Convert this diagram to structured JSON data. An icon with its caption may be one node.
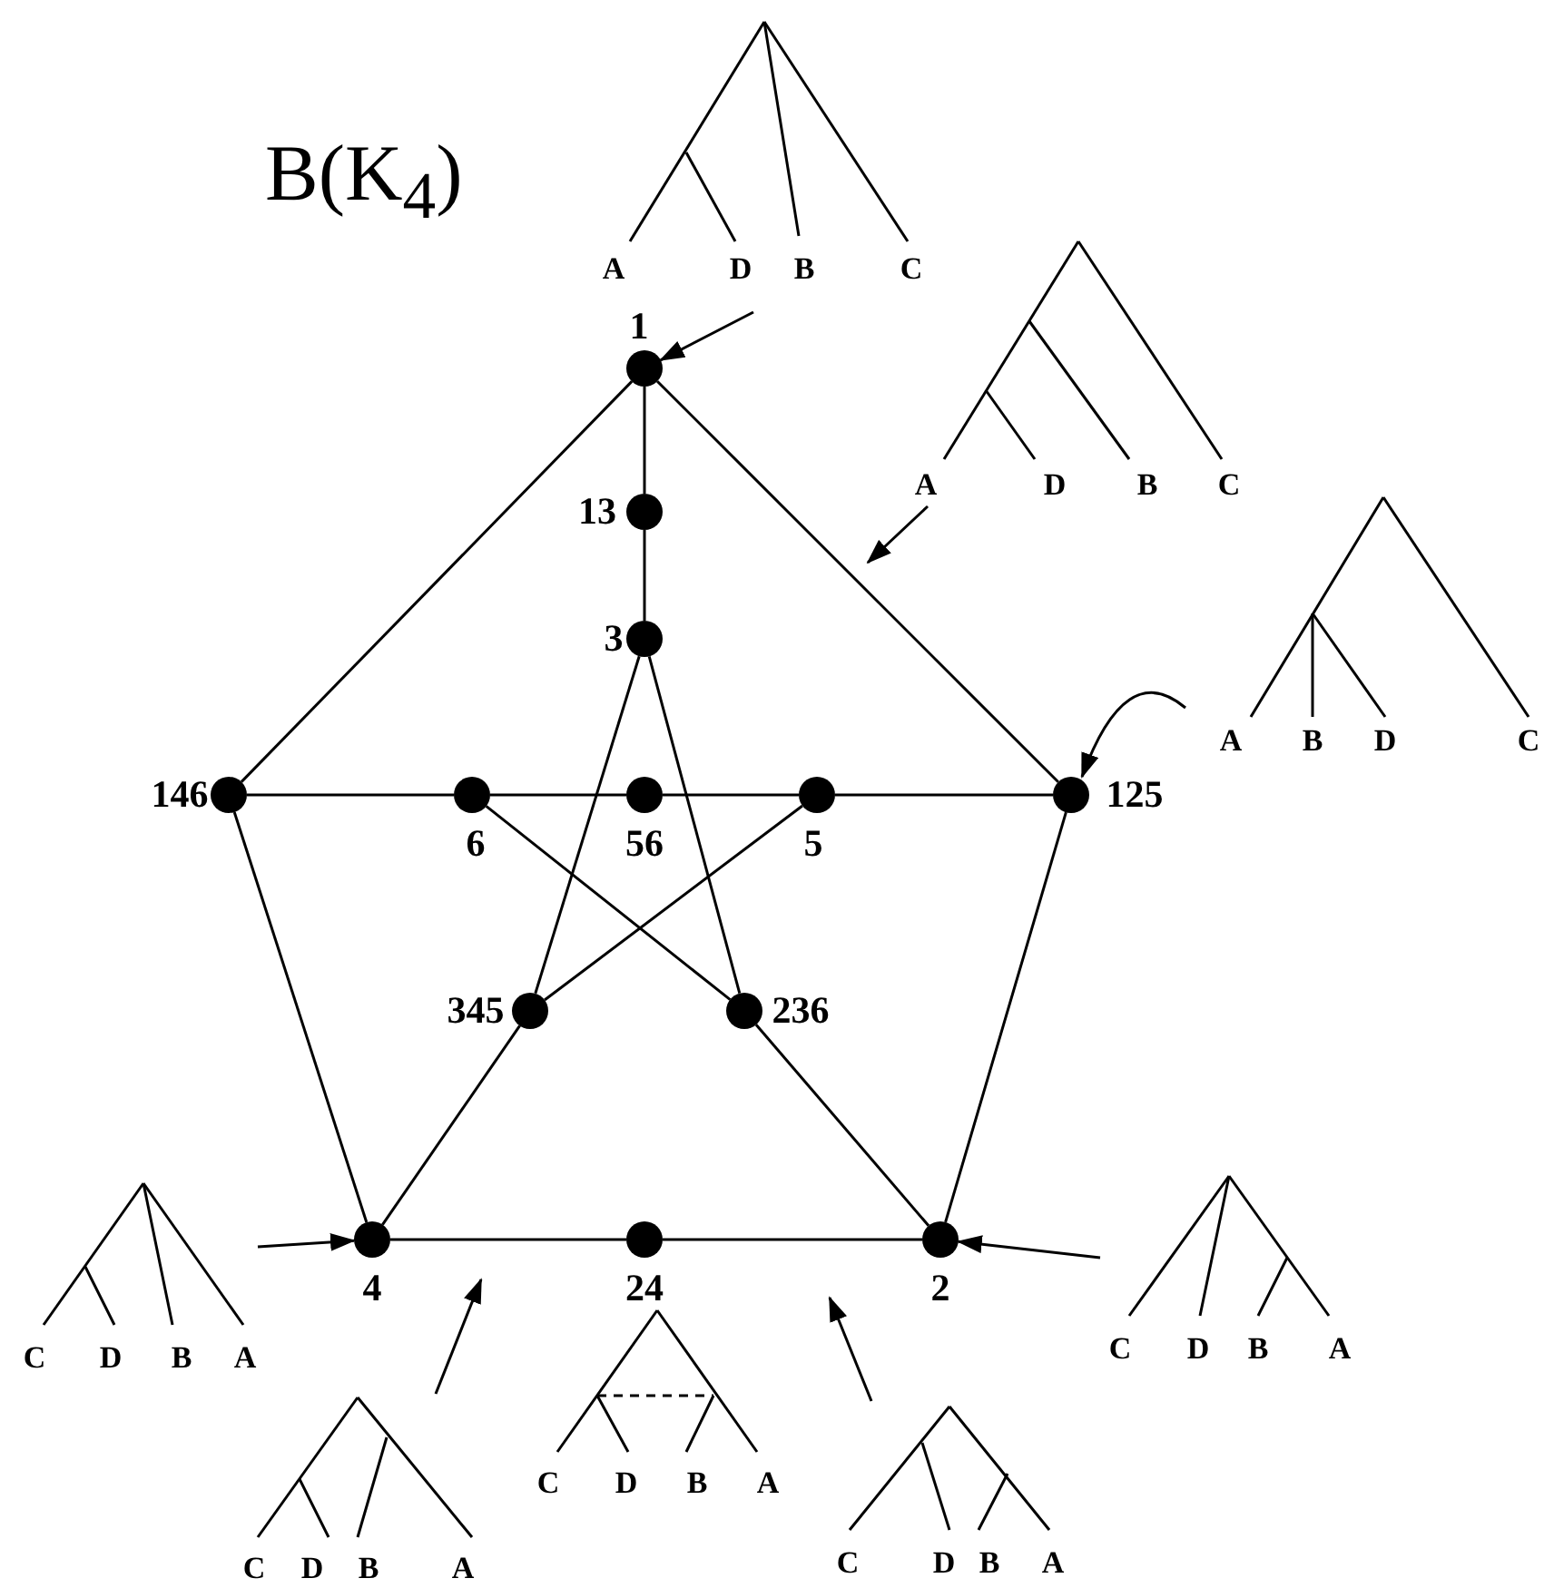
{
  "diagram": {
    "title": "B(K$_{4}$)",
    "nodes": [
      {
        "text": [],
        "shape": "circle",
        "beside": [
          "1"
        ]
      },
      {
        "text": [],
        "shape": "circle",
        "beside": [
          "13"
        ]
      },
      {
        "text": [],
        "shape": "circle",
        "beside": [
          "3"
        ]
      },
      {
        "text": [],
        "shape": "circle",
        "beside": [
          "146"
        ]
      },
      {
        "text": [],
        "shape": "circle",
        "beside": [
          "6"
        ]
      },
      {
        "text": [],
        "shape": "circle",
        "beside": [
          "56"
        ]
      },
      {
        "text": [],
        "shape": "circle",
        "beside": [
          "5"
        ]
      },
      {
        "text": [],
        "shape": "circle",
        "beside": [
          "125"
        ]
      },
      {
        "text": [],
        "shape": "circle",
        "beside": [
          "345"
        ]
      },
      {
        "text": [],
        "shape": "circle",
        "beside": [
          "236"
        ]
      },
      {
        "text": [],
        "shape": "circle",
        "beside": [
          "4"
        ]
      },
      {
        "text": [],
        "shape": "circle",
        "beside": [
          "24"
        ]
      },
      {
        "text": [],
        "shape": "circle",
        "beside": [
          "2"
        ]
      },
      {
        "text": [
          "A",
          "D",
          "B",
          "C"
        ]
      },
      {
        "text": [
          "A",
          "D",
          "B",
          "C"
        ]
      },
      {
        "text": [
          "A",
          "B",
          "D",
          "C"
        ]
      },
      {
        "text": [
          "C",
          "D",
          "B",
          "A"
        ]
      },
      {
        "text": [
          "C",
          "D",
          "B",
          "A"
        ]
      },
      {
        "text": [
          "C",
          "D",
          "B",
          "A"
        ]
      },
      {
        "text": [
          "C",
          "D",
          "B",
          "A"
        ]
      },
      {
        "text": [
          "C",
          "D",
          "B",
          "A"
        ]
      }
    ],
    "edges": [
      {
        "from": 0,
        "to": 1,
        "arrow": "none"
      },
      {
        "from": 1,
        "to": 2,
        "arrow": "none"
      },
      {
        "from": 0,
        "to": 3,
        "arrow": "none"
      },
      {
        "from": 0,
        "to": 7,
        "arrow": "none"
      },
      {
        "from": 3,
        "to": 4,
        "arrow": "none"
      },
      {
        "from": 4,
        "to": 5,
        "arrow": "none"
      },
      {
        "from": 5,
        "to": 6,
        "arrow": "none"
      },
      {
        "from": 6,
        "to": 7,
        "arrow": "none"
      },
      {
        "from": 3,
        "to": 10,
        "arrow": "none"
      },
      {
        "from": 7,
        "to": 12,
        "arrow": "none"
      },
      {
        "from": 10,
        "to": 11,
        "arrow": "none"
      },
      {
        "from": 11,
        "to": 12,
        "arrow": "none"
      },
      {
        "from": 2,
        "to": 8,
        "arrow": "none"
      },
      {
        "from": 2,
        "to": 9,
        "arrow": "none"
      },
      {
        "from": 8,
        "to": 10,
        "arrow": "none"
      },
      {
        "from": 9,
        "to": 12,
        "arrow": "none"
      },
      {
        "from": 8,
        "to": 6,
        "arrow": "none"
      },
      {
        "from": 4,
        "to": 9,
        "arrow": "none"
      },
      {
        "from": 13,
        "to": 0,
        "arrow": "to"
      },
      {
        "from": 14,
        "to": null,
        "arrow": "to"
      },
      {
        "from": 15,
        "to": 7,
        "arrow": "to"
      },
      {
        "from": 16,
        "to": 10,
        "arrow": "to"
      },
      {
        "from": 17,
        "to": null,
        "arrow": "to"
      },
      {
        "from": 19,
        "to": null,
        "arrow": "to"
      },
      {
        "from": 20,
        "to": 12,
        "arrow": "to"
      }
    ]
  }
}
